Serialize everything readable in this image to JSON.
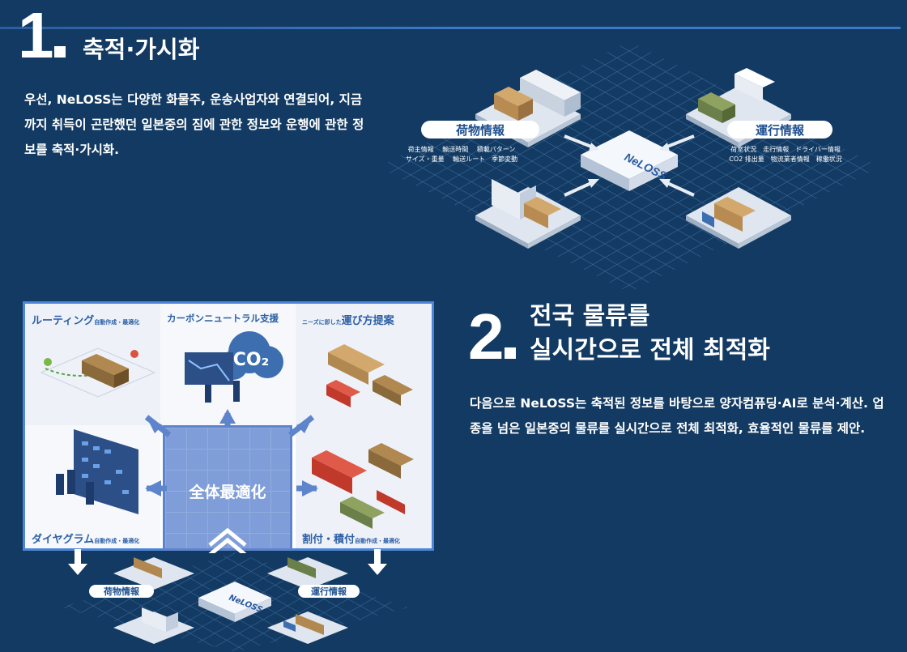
{
  "section1": {
    "number": "1",
    "title": "축적·가시화",
    "body": "우선, NeLOSS는 다양한 화물주, 운송사업자와 연결되어, 지금까지 취득이 곤란했던 일본중의 짐에 관한 정보와 운행에 관한 정보를 축적·가시화."
  },
  "section2": {
    "number": "2",
    "title_line1": "전국 물류를",
    "title_line2": "실시간으로 전체 최적화",
    "body": "다음으로 NeLOSS는 축적된 정보를 바탕으로 양자컴퓨딩·AI로 분석·계산. 업종을 넘은 일본중의 물류를 실시간으로 전체 최적화, 효율적인 물류를 제안."
  },
  "diagram1": {
    "hub": "NeLOSS",
    "cargo_label": "荷物情報",
    "cargo_items_row1": "荷主情報　 輸送時間　 積載パターン",
    "cargo_items_row2": "サイズ・重量　 輸送ルート　季節変動",
    "ops_label": "運行情報",
    "ops_items_row1": "荷室状況　走行情報　ドライバー情報",
    "ops_items_row2": "CO2 排出量　物流業者情報　稼働状況"
  },
  "panel": {
    "routing": "ルーティング",
    "routing_sub": "自動作成・最適化",
    "carbon": "カーボンニュートラル支援",
    "proposal_prefix": "ニーズに即した",
    "proposal": "運び方提案",
    "diagram": "ダイヤグラム",
    "diagram_sub": "自動作成・最適化",
    "allocation": "割付・積付",
    "allocation_sub": "自動作成・最適化",
    "center": "全体最適化",
    "co2": "CO₂"
  },
  "diagram2": {
    "hub": "NeLOSS",
    "cargo_label": "荷物情報",
    "ops_label": "運行情報"
  },
  "colors": {
    "background": "#123a62",
    "accent": "#3d78c4",
    "panel_border": "#4c86d6"
  }
}
